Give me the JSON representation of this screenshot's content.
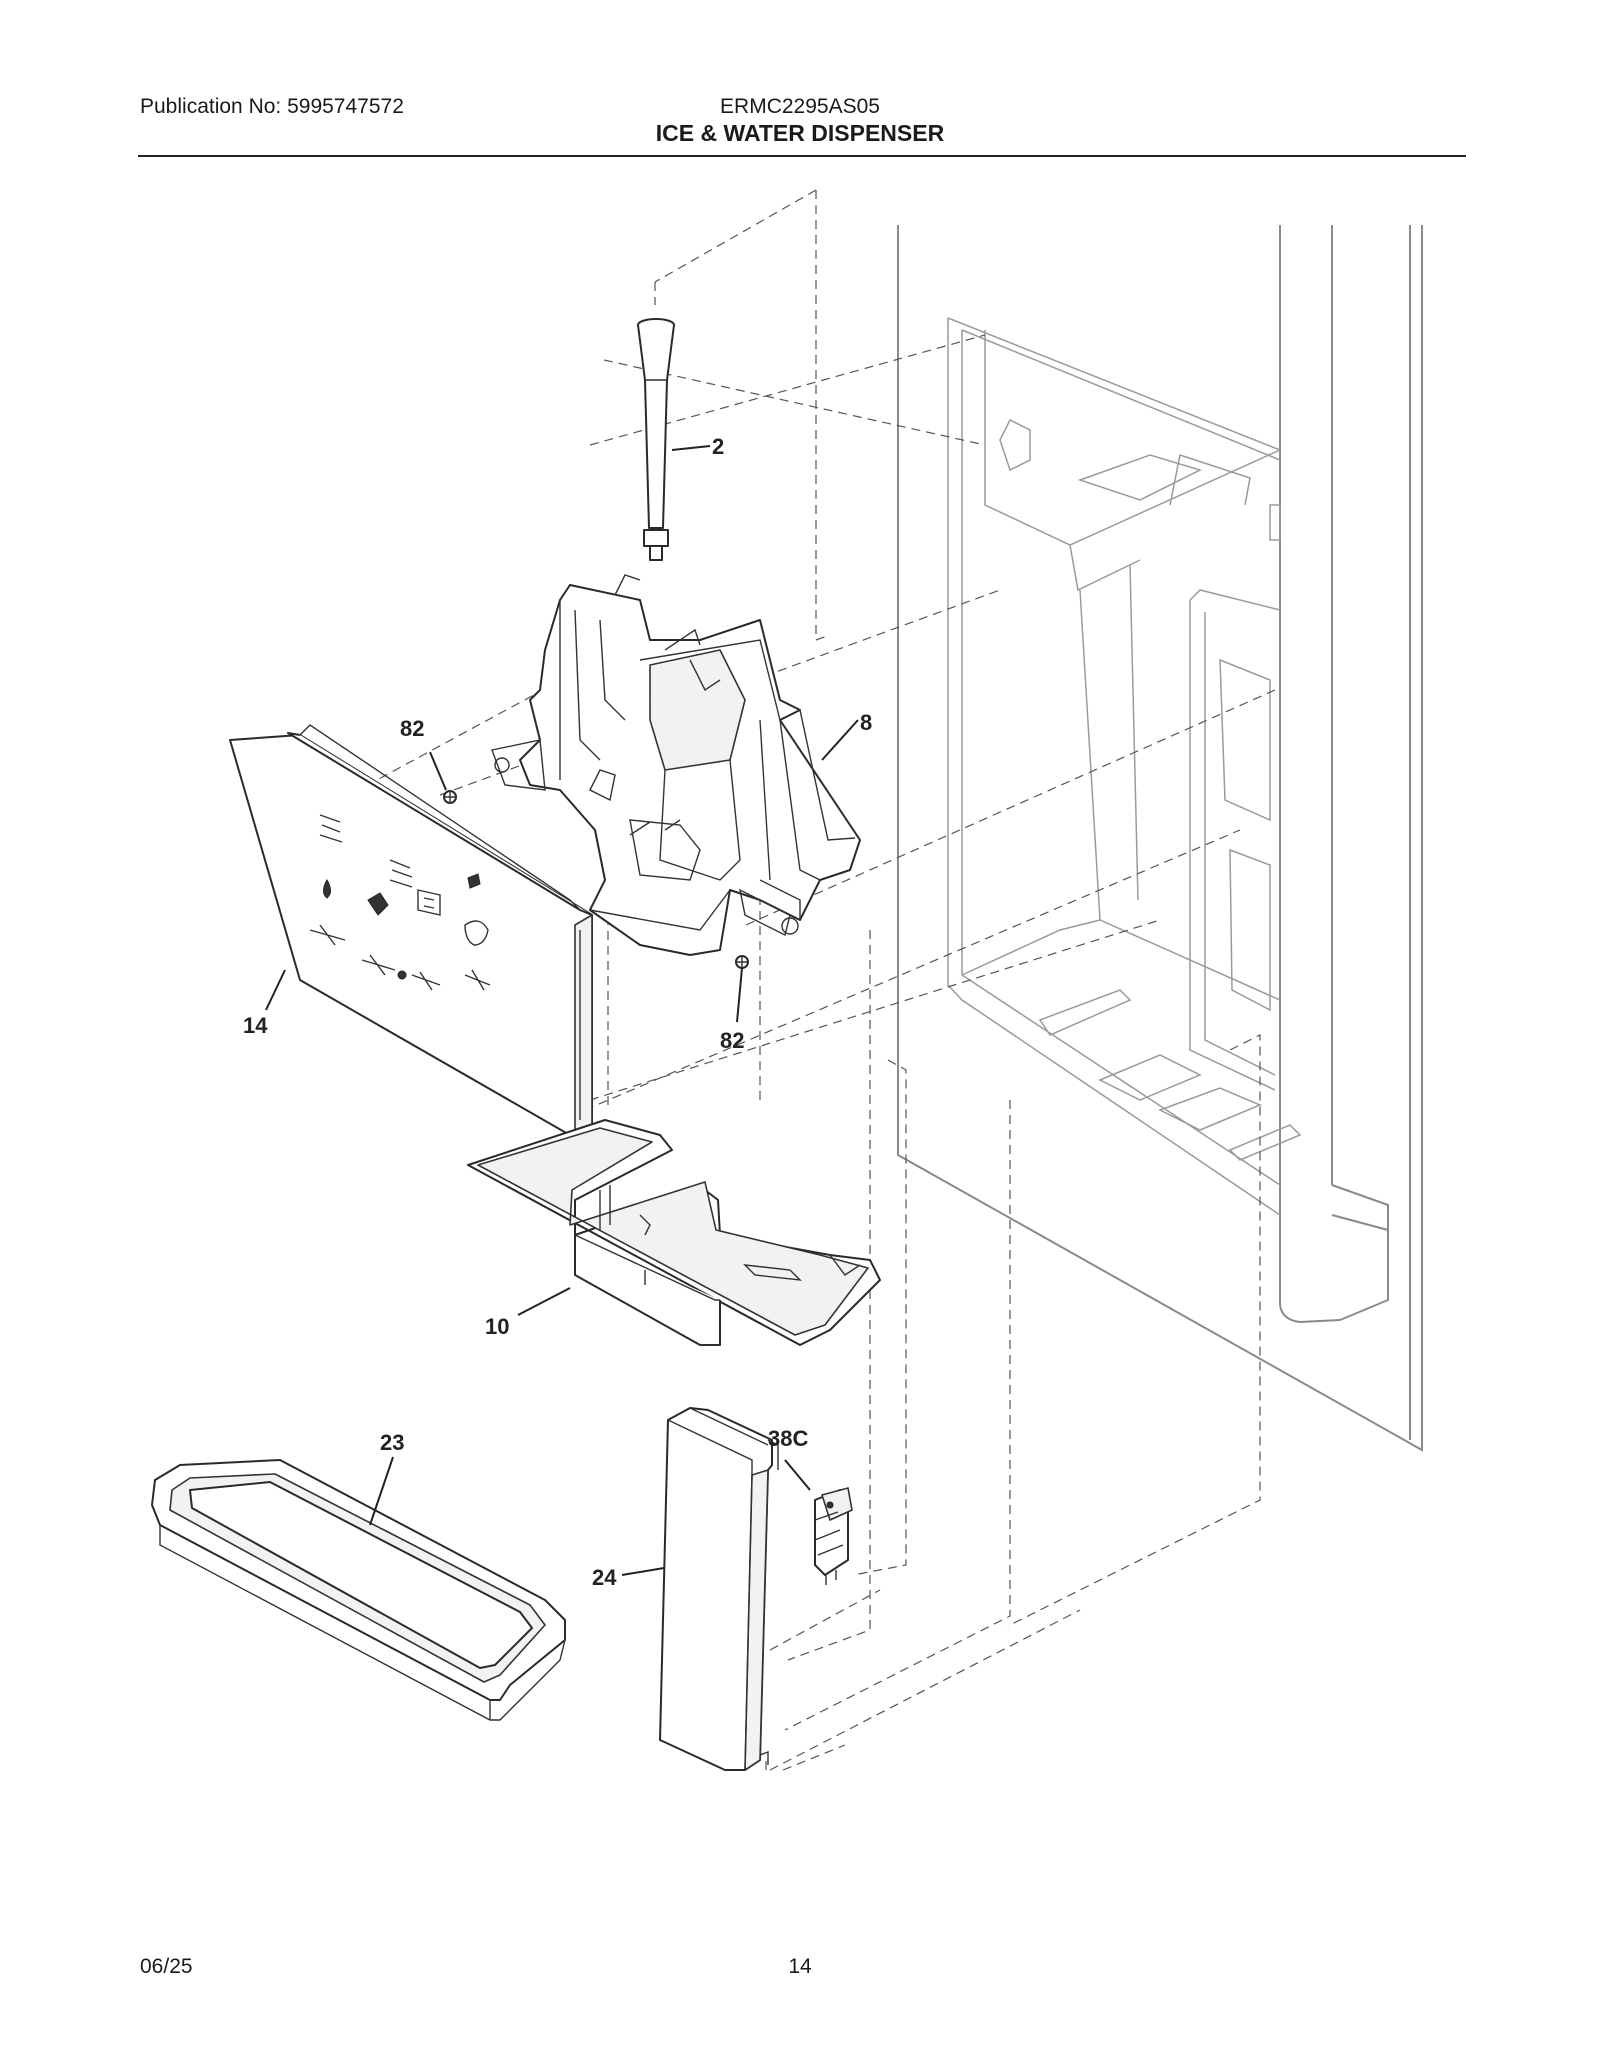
{
  "header": {
    "publication": "Publication No: 5995747572",
    "model": "ERMC2295AS05",
    "title": "ICE & WATER DISPENSER"
  },
  "footer": {
    "date": "06/25",
    "page": "14"
  },
  "callouts": {
    "part_2": "2",
    "part_8": "8",
    "part_82_upper": "82",
    "part_82_lower": "82",
    "part_14": "14",
    "part_10": "10",
    "part_23": "23",
    "part_24": "24",
    "part_38c": "38C"
  },
  "colors": {
    "line": "#2a2a2a",
    "cabinet": "#8a8a8a",
    "background": "#ffffff"
  }
}
